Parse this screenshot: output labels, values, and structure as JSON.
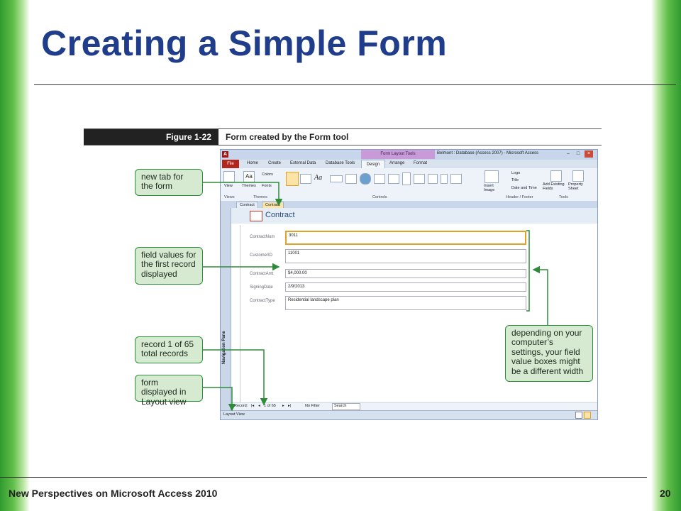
{
  "slide": {
    "title": "Creating a Simple Form",
    "footer_left": "New Perspectives on Microsoft Access 2010",
    "page_number": "20"
  },
  "figure": {
    "label": "Figure 1-22",
    "caption": "Form created by the Form tool"
  },
  "window": {
    "title": "Belmont : Database (Access 2007) - Microsoft Access",
    "contextual_header": "Form Layout Tools",
    "menu": [
      "File",
      "Home",
      "Create",
      "External Data",
      "Database Tools",
      "Design",
      "Arrange",
      "Format"
    ],
    "ribbon": {
      "view_label": "View",
      "views_group": "Views",
      "themes_label": "Themes",
      "colors_label": "Colors",
      "fonts_label": "Fonts",
      "themes_group": "Themes",
      "controls_group": "Controls",
      "insert_image": "Insert Image",
      "logo": "Logo",
      "title": "Title",
      "date_time": "Date and Time",
      "header_footer_group": "Header / Footer",
      "add_existing_fields": "Add Existing Fields",
      "property_sheet": "Property Sheet",
      "tools_group": "Tools"
    },
    "doc_tabs": [
      "Contract",
      "Contract"
    ],
    "nav_pane_label": "Navigation Pane",
    "form_title": "Contract",
    "fields": [
      {
        "label": "ContractNum",
        "value": "3011"
      },
      {
        "label": "CustomerID",
        "value": "11001"
      },
      {
        "label": "ContractAmt",
        "value": "$4,000.00"
      },
      {
        "label": "SigningDate",
        "value": "2/9/2013"
      },
      {
        "label": "ContractType",
        "value": "Residential landscape plan"
      }
    ],
    "record_nav": {
      "record_label": "Record:",
      "position": "1 of 65",
      "filter": "No Filter",
      "search": "Search"
    },
    "status_text": "Layout View"
  },
  "callouts": {
    "new_tab": "new tab for the form",
    "field_values": "field values for the first record displayed",
    "record_count": "record 1 of 65 total records",
    "layout_view": "form displayed in Layout view",
    "settings_note": "depending on your computer’s settings, your field value boxes might be a different width"
  },
  "colors": {
    "title_blue": "#1f3d8a",
    "callout_fill": "#d5ead0",
    "callout_border": "#2e8b3a",
    "band_green": "#62bf4a"
  }
}
